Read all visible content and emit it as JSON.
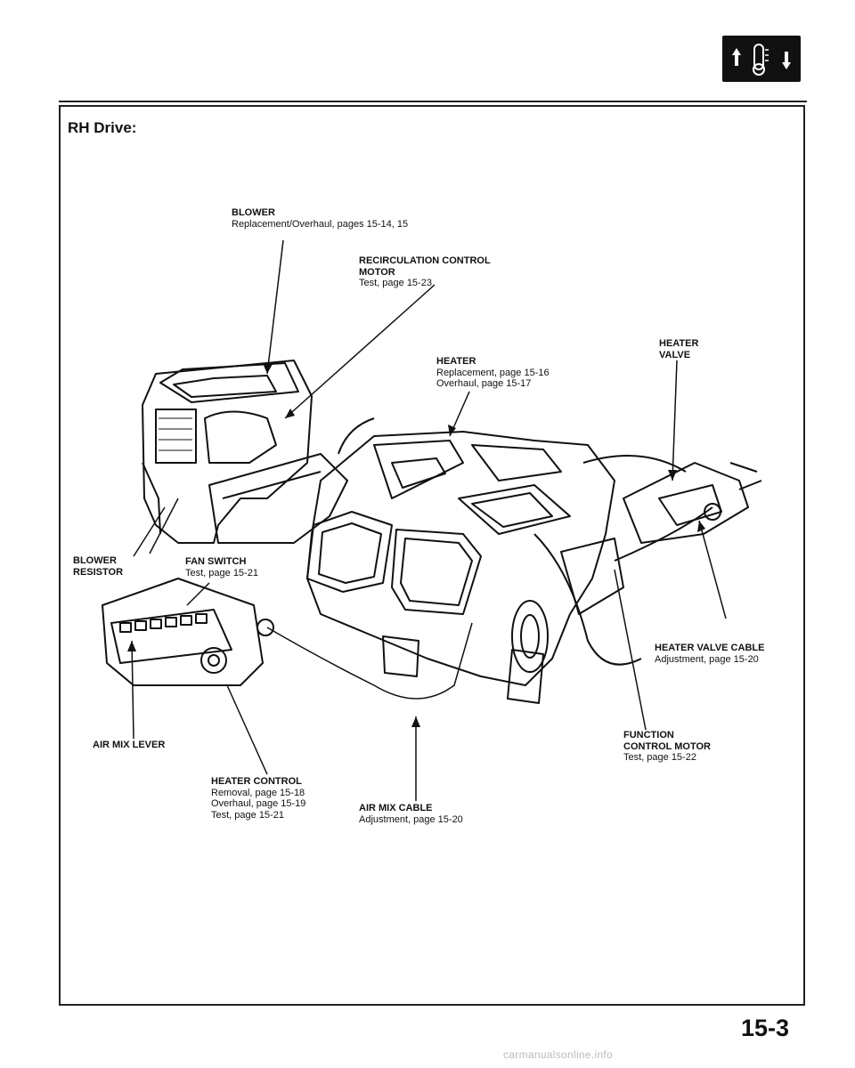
{
  "heading": "RH Drive:",
  "page_number": "15-3",
  "footer": "carmanualsonline.info",
  "badge_icon": "temperature-up-down-icon",
  "labels": {
    "blower": {
      "title": "BLOWER",
      "lines": [
        "Replacement/Overhaul, pages 15-14, 15"
      ]
    },
    "recirc": {
      "title": "RECIRCULATION CONTROL",
      "title2": "MOTOR",
      "lines": [
        "Test, page 15-23"
      ]
    },
    "heater": {
      "title": "HEATER",
      "lines": [
        "Replacement, page 15-16",
        "Overhaul, page 15-17"
      ]
    },
    "heater_valve": {
      "title": "HEATER",
      "title2": "VALVE"
    },
    "blower_resistor": {
      "title": "BLOWER",
      "title2": "RESISTOR"
    },
    "fan_switch": {
      "title": "FAN SWITCH",
      "lines": [
        "Test, page 15-21"
      ]
    },
    "heater_valve_cable": {
      "title": "HEATER VALVE CABLE",
      "lines": [
        "Adjustment, page 15-20"
      ]
    },
    "air_mix_lever": {
      "title": "AIR MIX LEVER"
    },
    "function_motor": {
      "title": "FUNCTION",
      "title2": "CONTROL MOTOR",
      "lines": [
        "Test, page 15-22"
      ]
    },
    "heater_control": {
      "title": "HEATER CONTROL",
      "lines": [
        "Removal, page 15-18",
        "Overhaul, page 15-19",
        "Test, page 15-21"
      ]
    },
    "air_mix_cable": {
      "title": "AIR MIX CABLE",
      "lines": [
        "Adjustment, page 15-20"
      ]
    }
  }
}
